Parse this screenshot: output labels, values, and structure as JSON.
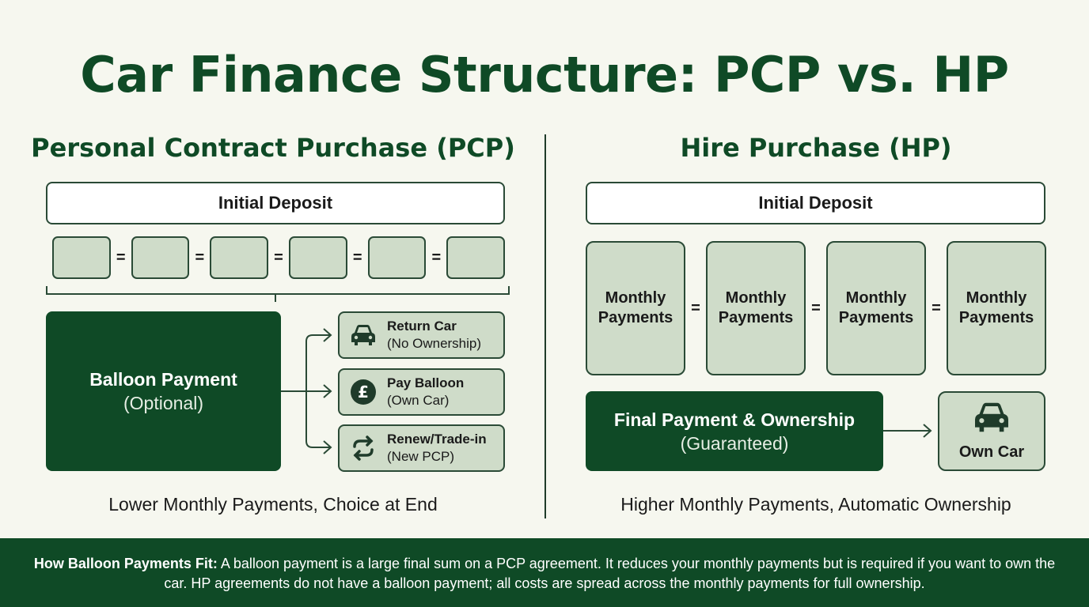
{
  "title": "Car Finance Structure: PCP vs. HP",
  "pcp": {
    "heading": "Personal Contract Purchase (PCP)",
    "deposit": "Initial Deposit",
    "equals": "=",
    "balloon": {
      "main": "Balloon Payment",
      "sub": "(Optional)"
    },
    "options": [
      {
        "title": "Return Car",
        "sub": "(No Ownership)",
        "icon": "car-icon"
      },
      {
        "title": "Pay Balloon",
        "sub": "(Own Car)",
        "icon": "pound-icon"
      },
      {
        "title": "Renew/Trade-in",
        "sub": "(New PCP)",
        "icon": "renew-icon"
      }
    ],
    "caption": "Lower Monthly Payments, Choice at End"
  },
  "hp": {
    "heading": "Hire Purchase (HP)",
    "deposit": "Initial Deposit",
    "equals": "=",
    "monthly": [
      "Monthly\nPayments",
      "Monthly\nPayments",
      "Monthly\nPayments",
      "Monthly\nPayments"
    ],
    "final": {
      "main": "Final Payment & Ownership",
      "sub": "(Guaranteed)"
    },
    "own_car": "Own Car",
    "caption": "Higher Monthly Payments, Automatic Ownership"
  },
  "footer": {
    "lead": "How Balloon Payments Fit:",
    "text": " A balloon payment is a large final sum on a PCP agreement. It reduces your monthly payments but is required if you want to own the car. HP agreements do not have a balloon payment; all costs are spread across the monthly payments for full ownership."
  },
  "colors": {
    "brand_green": "#0f4a26",
    "light_green": "#cfdcc9",
    "background": "#f6f7ef"
  }
}
